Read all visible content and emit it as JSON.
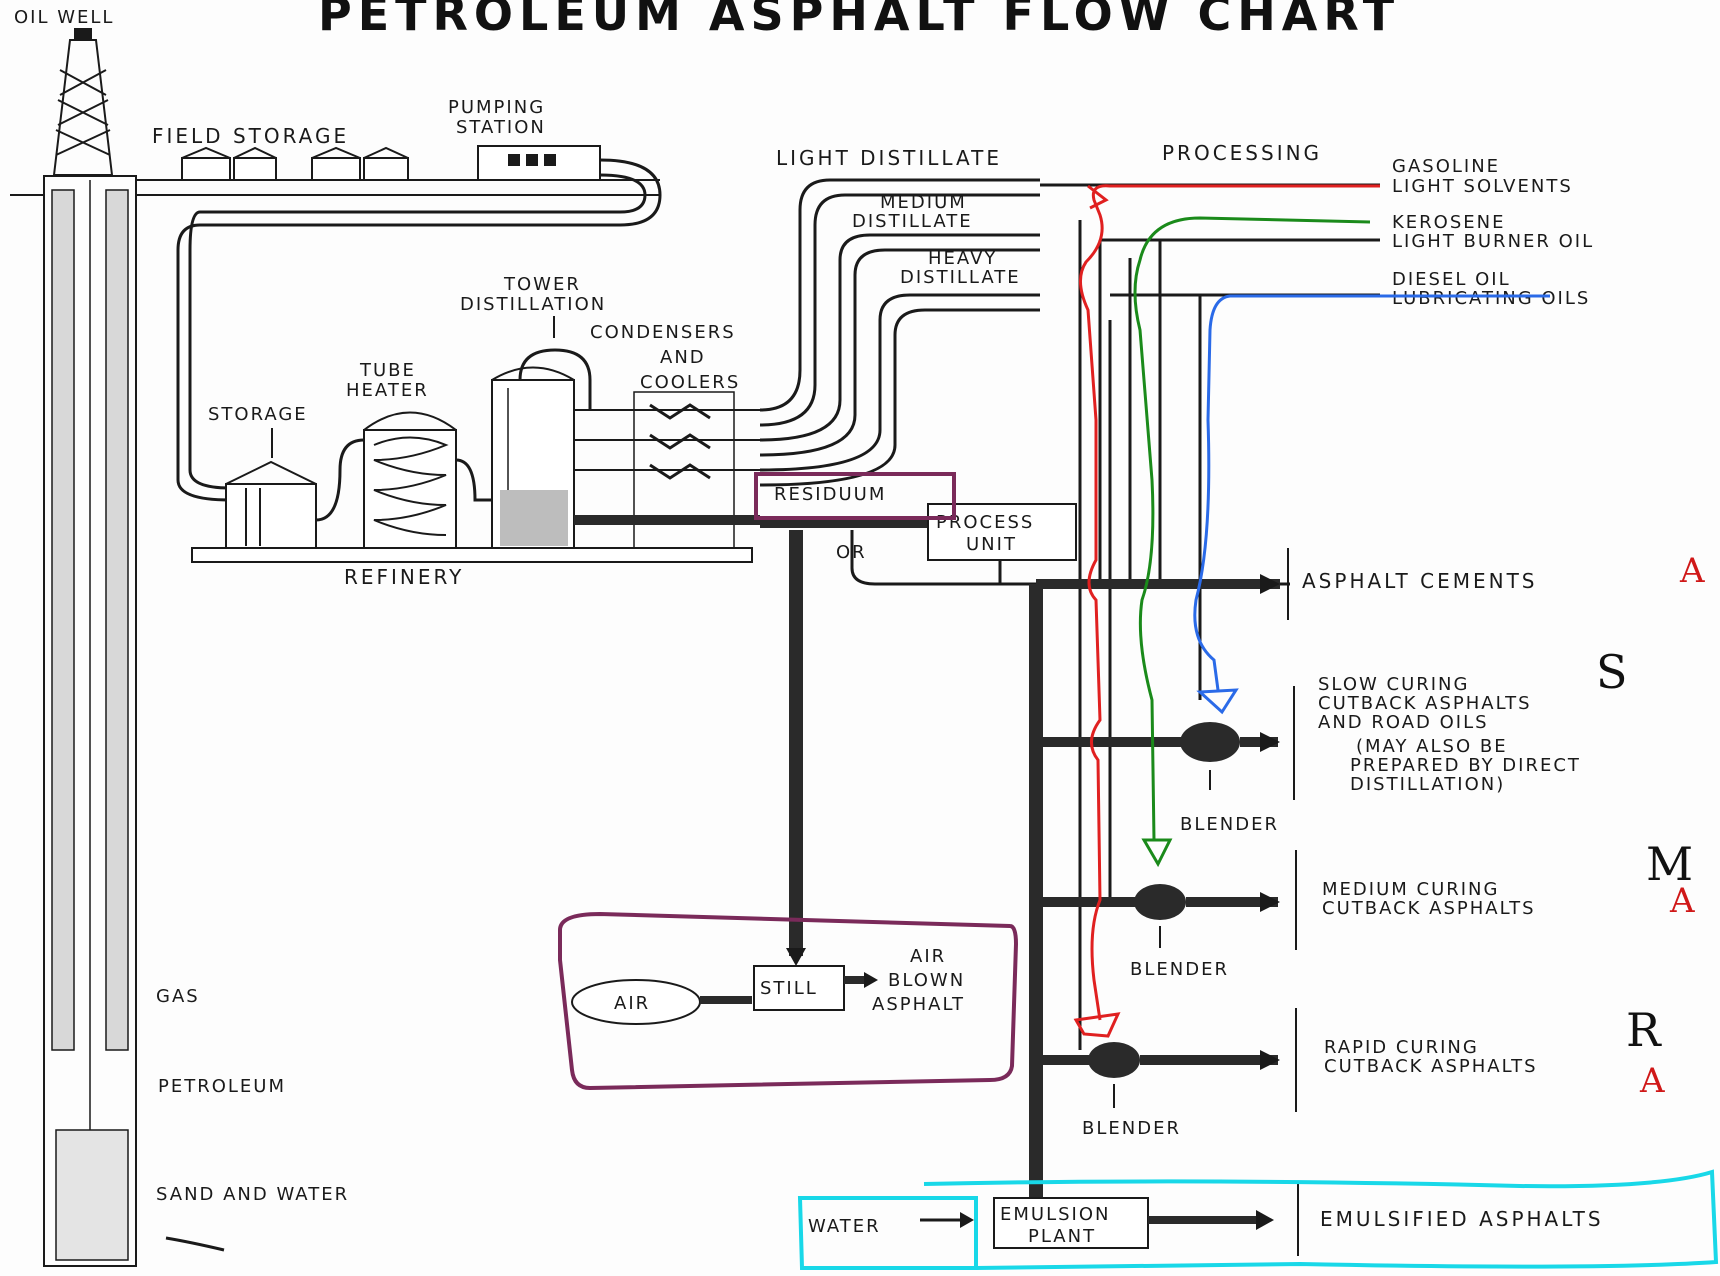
{
  "title": "PETROLEUM ASPHALT FLOW CHART",
  "labels": {
    "oil_well": "OIL WELL",
    "field_storage": "FIELD STORAGE",
    "pumping_station_1": "PUMPING",
    "pumping_station_2": "STATION",
    "light_distillate": "LIGHT DISTILLATE",
    "processing": "PROCESSING",
    "medium_distillate_1": "MEDIUM",
    "medium_distillate_2": "DISTILLATE",
    "heavy_distillate_1": "HEAVY",
    "heavy_distillate_2": "DISTILLATE",
    "tower_distillation_1": "TOWER",
    "tower_distillation_2": "DISTILLATION",
    "condensers_1": "CONDENSERS",
    "condensers_2": "AND",
    "condensers_3": "COOLERS",
    "tube_heater_1": "TUBE",
    "tube_heater_2": "HEATER",
    "storage": "STORAGE",
    "refinery": "REFINERY",
    "residuum": "RESIDUUM",
    "process_unit_1": "PROCESS",
    "process_unit_2": "UNIT",
    "or": "OR",
    "gasoline": "GASOLINE",
    "light_solvents": "LIGHT SOLVENTS",
    "kerosene": "KEROSENE",
    "light_burner_oil": "LIGHT BURNER OIL",
    "diesel_oil": "DIESEL OIL",
    "lubricating_oils": "LUBRICATING OILS",
    "asphalt_cements": "ASPHALT CEMENTS",
    "slow_curing_1": "SLOW CURING",
    "slow_curing_2": "CUTBACK ASPHALTS",
    "slow_curing_3": "AND ROAD OILS",
    "slow_curing_4": "(MAY ALSO BE",
    "slow_curing_5": "PREPARED BY DIRECT",
    "slow_curing_6": "DISTILLATION)",
    "blender": "BLENDER",
    "medium_curing_1": "MEDIUM CURING",
    "medium_curing_2": "CUTBACK ASPHALTS",
    "rapid_curing_1": "RAPID CURING",
    "rapid_curing_2": "CUTBACK ASPHALTS",
    "air": "AIR",
    "still": "STILL",
    "air_blown_1": "AIR",
    "air_blown_2": "BLOWN",
    "air_blown_3": "ASPHALT",
    "gas": "GAS",
    "petroleum": "PETROLEUM",
    "sand_and_water": "SAND AND WATER",
    "water": "WATER",
    "emulsion_1": "EMULSION",
    "emulsion_2": "PLANT",
    "emulsified": "EMULSIFIED   ASPHALTS"
  },
  "annotations": {
    "hand_a1": "A",
    "hand_s": "S",
    "hand_m": "M",
    "hand_a2": "A",
    "hand_r": "R",
    "hand_a3": "A"
  },
  "colors": {
    "ink": "#1a1a1a",
    "red_path": "#e02020",
    "green_path": "#1a8a1a",
    "blue_path": "#2a6ae8",
    "purple_box": "#7a2a5a",
    "cyan_box": "#18d8e8"
  }
}
